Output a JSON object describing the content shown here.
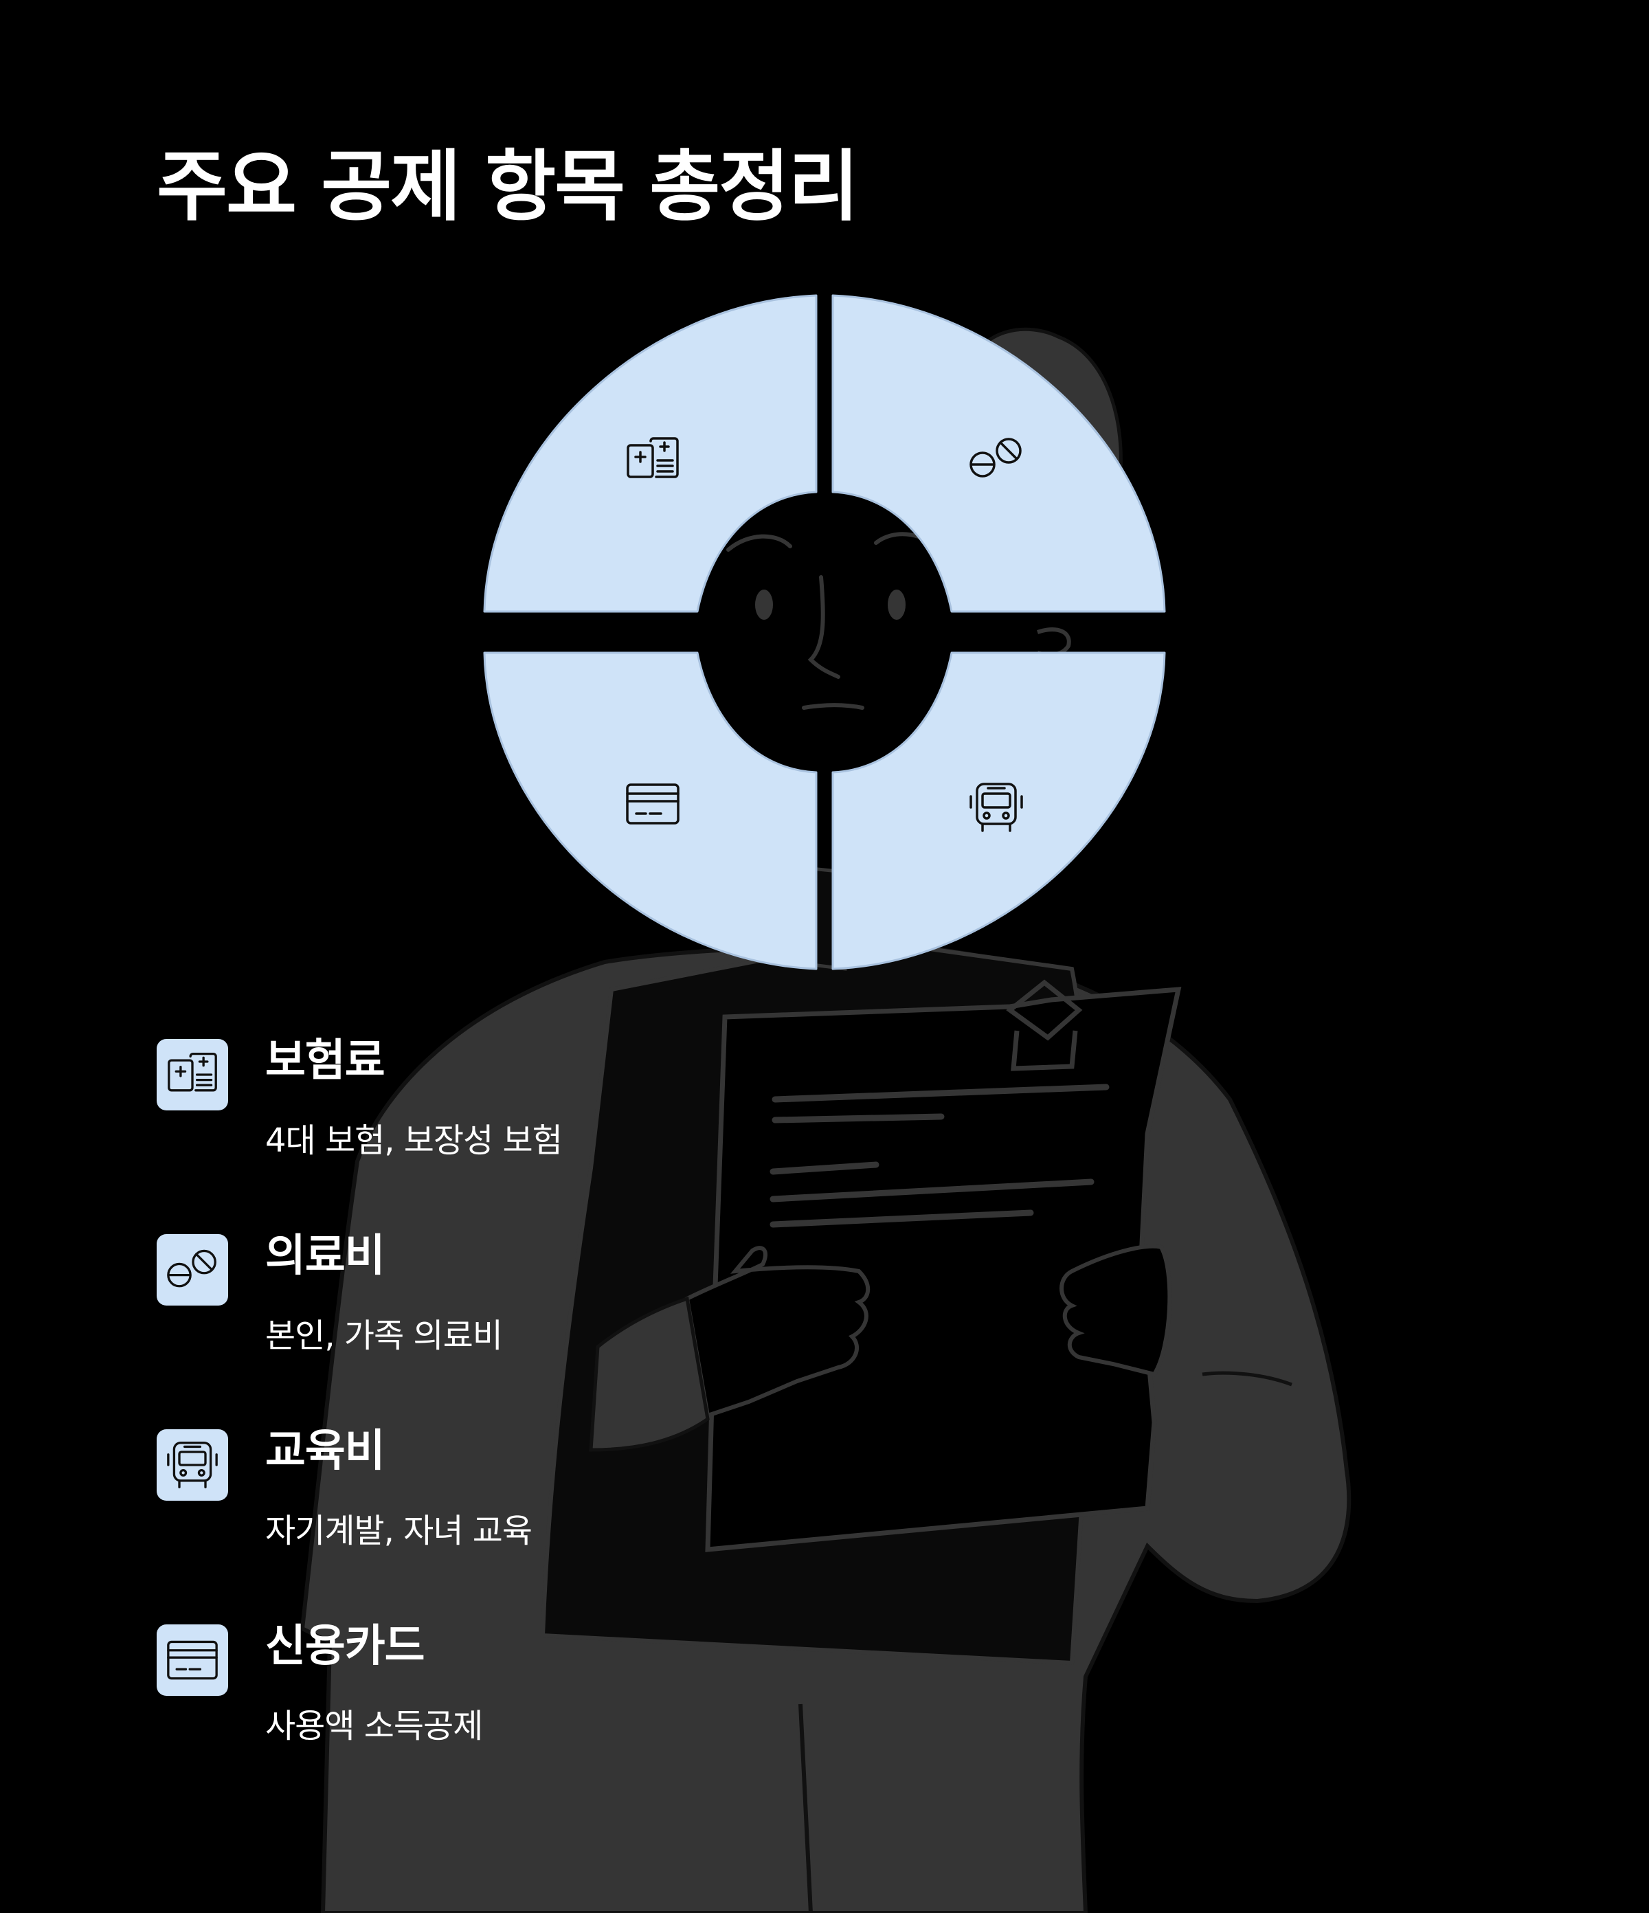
{
  "title": "주요 공제 항목 총정리",
  "colors": {
    "background": "#000000",
    "segment_fill": "#cfe3f8",
    "tile_fill": "#cfe3f8",
    "figure_fill": "#353535",
    "line": "#111111",
    "text": "#ffffff"
  },
  "wheel": {
    "segments": [
      {
        "icon": "insurance-card-icon"
      },
      {
        "icon": "pills-icon"
      },
      {
        "icon": "credit-card-icon"
      },
      {
        "icon": "bus-icon"
      }
    ]
  },
  "items": [
    {
      "label": "보험료",
      "desc": "4대 보험, 보장성 보험",
      "icon": "insurance-card-icon"
    },
    {
      "label": "의료비",
      "desc": "본인, 가족 의료비",
      "icon": "pills-icon"
    },
    {
      "label": "교육비",
      "desc": "자기계발, 자녀 교육",
      "icon": "bus-icon"
    },
    {
      "label": "신용카드",
      "desc": "사용액 소득공제",
      "icon": "credit-card-icon"
    }
  ]
}
